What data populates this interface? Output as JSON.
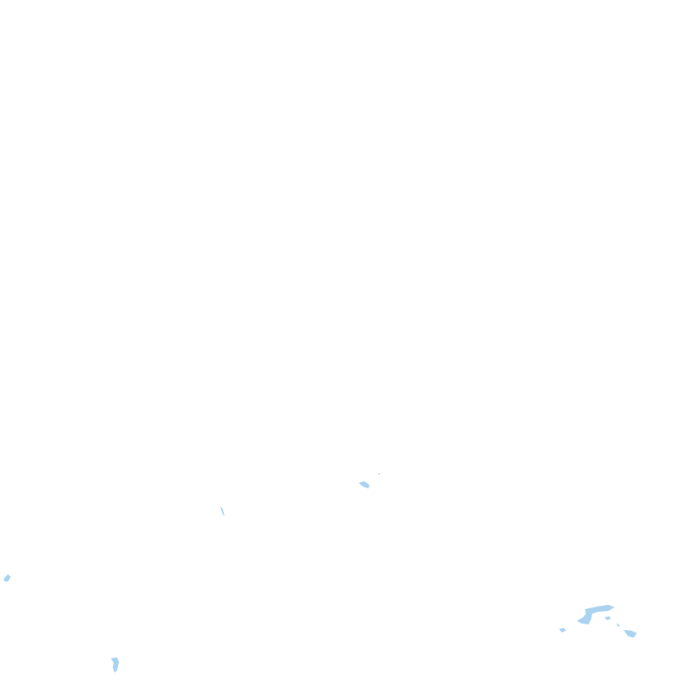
{
  "map": {
    "type": "map-tile",
    "colors": {
      "land": "#ffffff",
      "water": "#aad3f0"
    },
    "features": [
      {
        "name": "water-feature-1",
        "kind": "water"
      },
      {
        "name": "water-feature-2",
        "kind": "water"
      },
      {
        "name": "water-feature-3",
        "kind": "water"
      },
      {
        "name": "water-feature-4",
        "kind": "water"
      },
      {
        "name": "water-feature-5",
        "kind": "water"
      },
      {
        "name": "water-feature-6",
        "kind": "water"
      },
      {
        "name": "water-feature-7",
        "kind": "water"
      },
      {
        "name": "water-feature-8",
        "kind": "water"
      },
      {
        "name": "water-feature-9",
        "kind": "water"
      }
    ]
  }
}
